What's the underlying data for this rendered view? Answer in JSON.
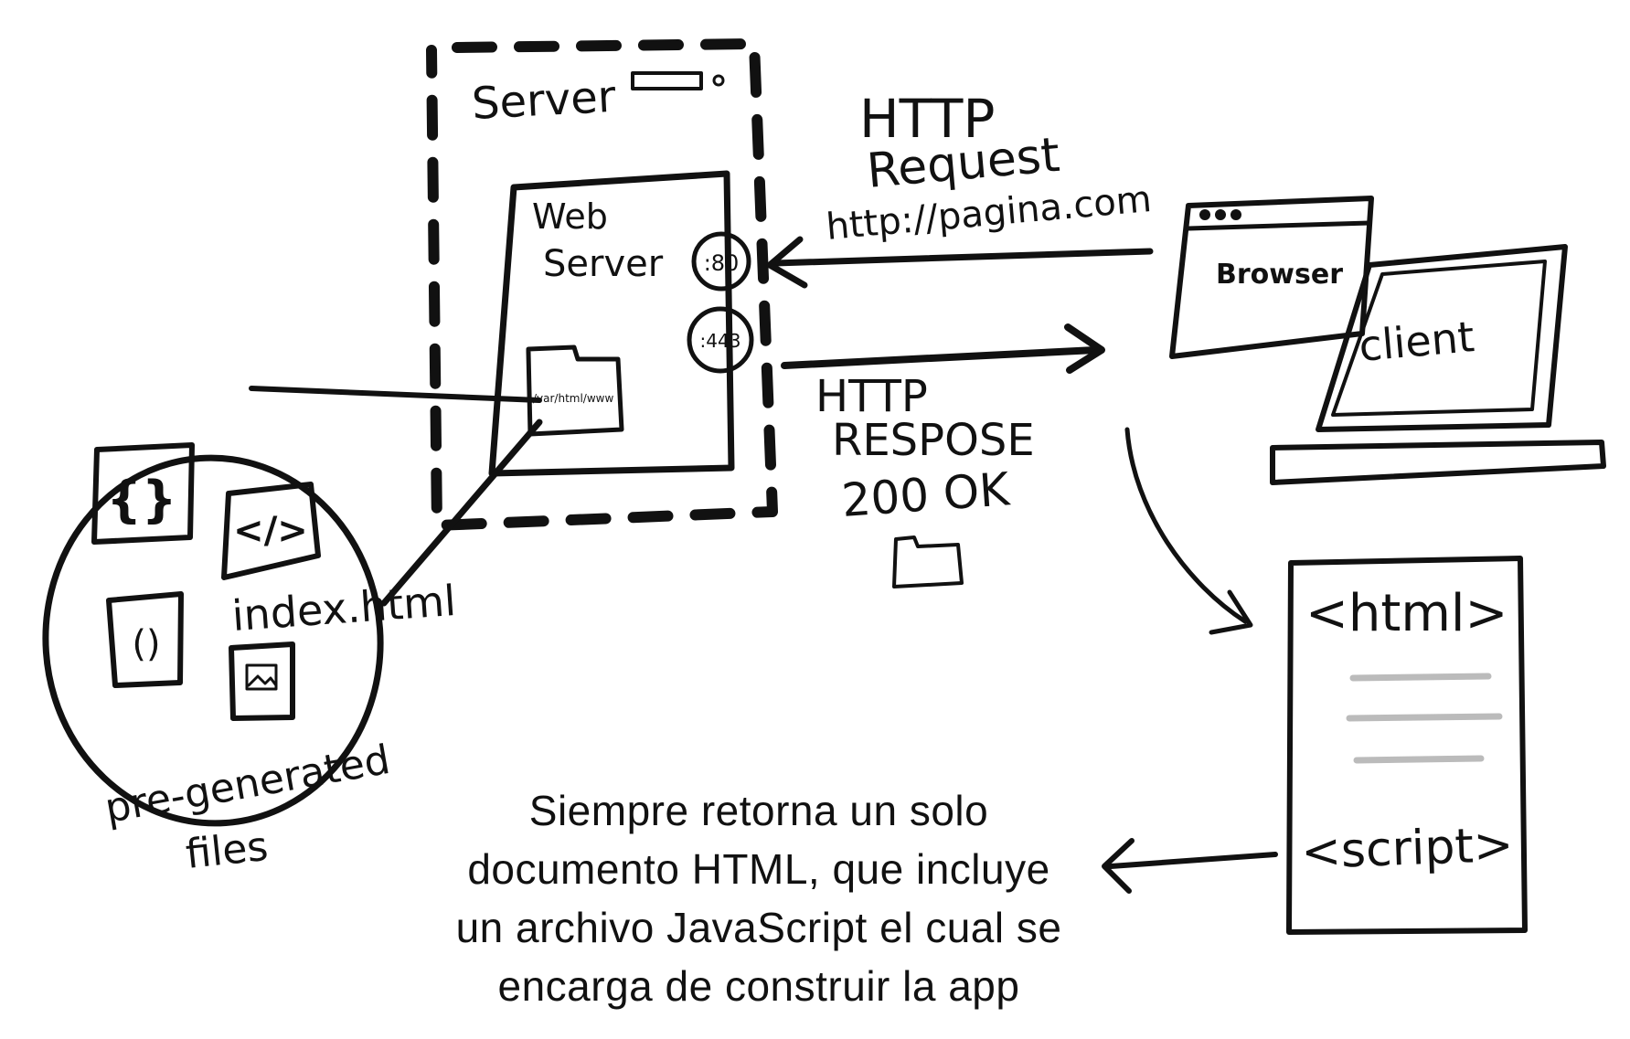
{
  "server": {
    "label": "Server"
  },
  "web_server": {
    "label_line1": "Web",
    "label_line2": "Server",
    "folder_path": "/var/html/www"
  },
  "ports": {
    "http": ":80",
    "https": ":443"
  },
  "request": {
    "line1": "HTTP",
    "line2": "Request",
    "url": "http://pagina.com"
  },
  "response": {
    "line1": "HTTP",
    "line2": "RESPOSE",
    "status": "200 OK"
  },
  "client": {
    "browser_label": "Browser",
    "client_label": "client"
  },
  "files": {
    "json_glyph": "{}",
    "code_glyph": "</>",
    "parens_glyph": "()",
    "index_file": "index.html",
    "caption_line1": "pre-generated",
    "caption_line2": "files"
  },
  "document": {
    "html_tag": "<html>",
    "script_tag": "<script>"
  },
  "caption": {
    "line1": "Siempre retorna un solo",
    "line2": "documento HTML, que incluye",
    "line3": "un archivo JavaScript el cual se",
    "line4": "encarga de construir la app"
  }
}
